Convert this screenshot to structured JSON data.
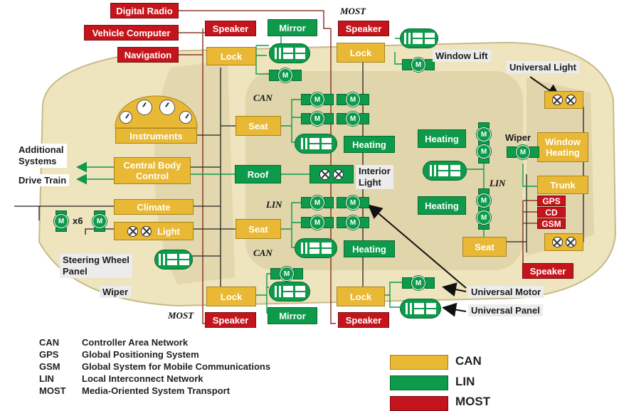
{
  "most_units": {
    "digital_radio": "Digital Radio",
    "vehicle_computer": "Vehicle Computer",
    "navigation": "Navigation",
    "speaker": "Speaker",
    "gps": "GPS",
    "cd": "CD",
    "gsm": "GSM"
  },
  "can_units": {
    "lock": "Lock",
    "instruments": "Instruments",
    "seat": "Seat",
    "central_body_control": "Central Body\nControl",
    "climate": "Climate",
    "light": "Light",
    "window_heating": "Window\nHeating",
    "trunk": "Trunk"
  },
  "lin_units": {
    "mirror": "Mirror",
    "heating": "Heating",
    "roof": "Roof"
  },
  "labels": {
    "window_lift": "Window Lift",
    "universal_light": "Universal Light",
    "interior_light": "Interior\nLight",
    "wiper": "Wiper",
    "additional_systems": "Additional\nSystems",
    "drive_train": "Drive Train",
    "x6": "x6",
    "steering_wheel_panel": "Steering Wheel\nPanel",
    "universal_motor": "Universal Motor",
    "universal_panel": "Universal Panel"
  },
  "bus_tags": {
    "most": "MOST",
    "can": "CAN",
    "lin": "LIN"
  },
  "motor_glyph": "M",
  "abbreviations": [
    {
      "abbr": "CAN",
      "full": "Controller Area Network"
    },
    {
      "abbr": "GPS",
      "full": "Global Positioning System"
    },
    {
      "abbr": "GSM",
      "full": "Global System for Mobile Communications"
    },
    {
      "abbr": "LIN",
      "full": "Local Interconnect Network"
    },
    {
      "abbr": "MOST",
      "full": "Media-Oriented System Transport"
    }
  ],
  "legend": [
    {
      "label": "CAN",
      "color": "#e9b834"
    },
    {
      "label": "LIN",
      "color": "#0e9a4b"
    },
    {
      "label": "MOST",
      "color": "#c4151c"
    }
  ],
  "colors": {
    "can": "#e9b834",
    "lin": "#0e9a4b",
    "most": "#c4151c",
    "car_body": "#ede2b8"
  }
}
